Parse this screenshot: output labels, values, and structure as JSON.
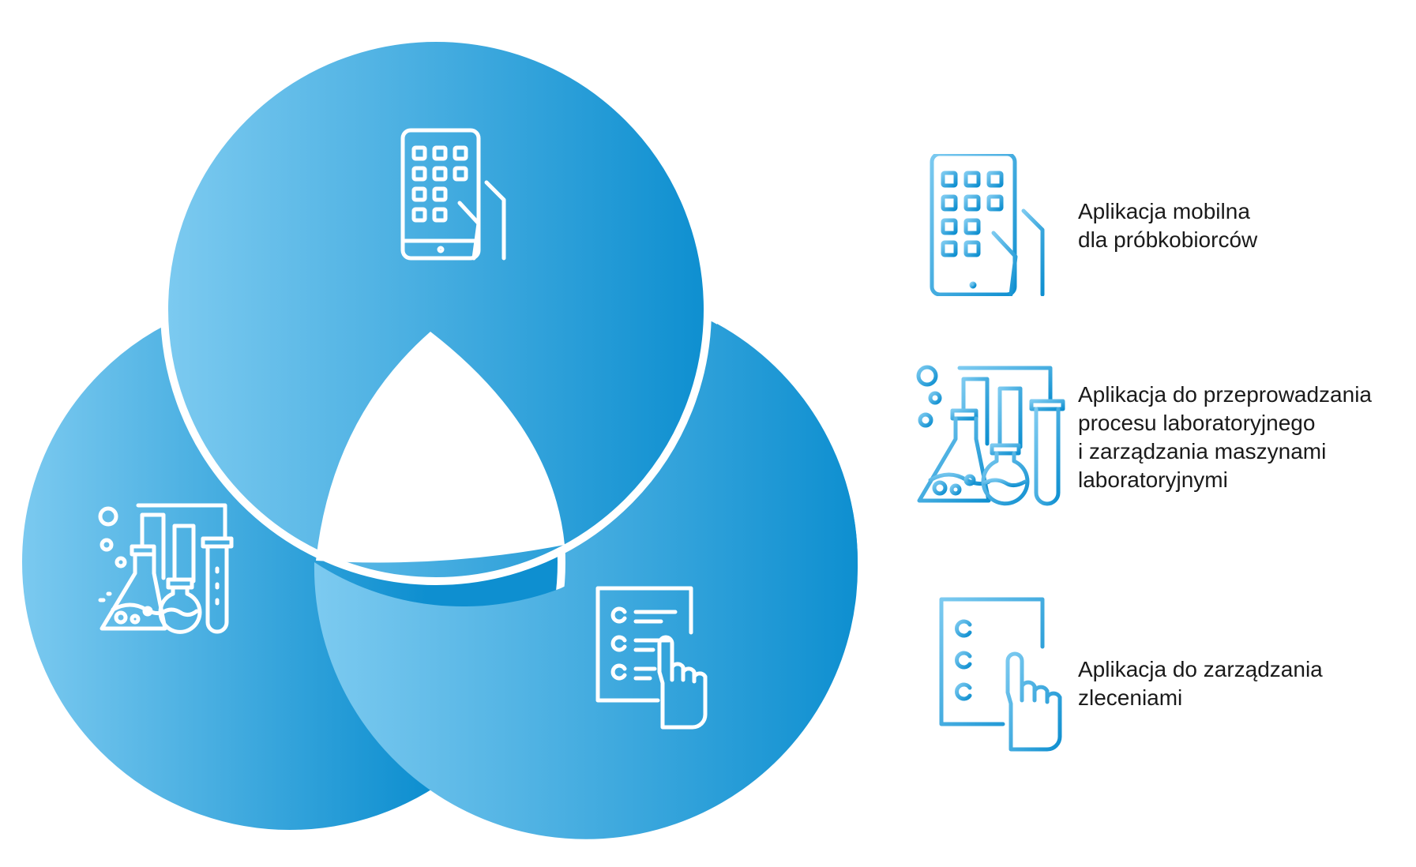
{
  "colors": {
    "gradient_start": "#7ccaf0",
    "gradient_end": "#0e8fd0",
    "icon_stroke_white": "#ffffff",
    "icon_stroke_blue": "#2aa2dc"
  },
  "diagram": {
    "circles": [
      {
        "name": "mobile",
        "icon": "tablet-touch-icon"
      },
      {
        "name": "lab",
        "icon": "lab-equipment-icon"
      },
      {
        "name": "orders",
        "icon": "checklist-touch-icon"
      }
    ]
  },
  "legend": {
    "items": [
      {
        "icon": "tablet-touch-icon",
        "lines": [
          "Aplikacja mobilna",
          "dla próbkobiorców"
        ]
      },
      {
        "icon": "lab-equipment-icon",
        "lines": [
          "Aplikacja do przeprowadzania",
          "procesu laboratoryjnego",
          "i zarządzania maszynami",
          "laboratoryjnymi"
        ]
      },
      {
        "icon": "checklist-touch-icon",
        "lines": [
          "Aplikacja do zarządzania",
          "zleceniami"
        ]
      }
    ]
  }
}
